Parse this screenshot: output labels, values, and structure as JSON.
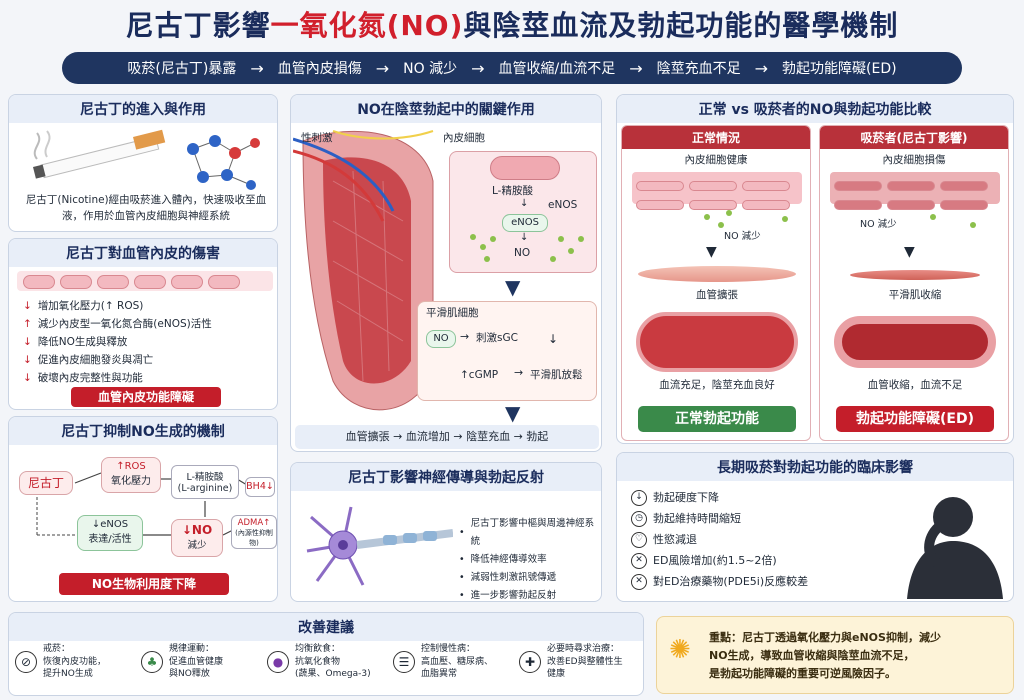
{
  "title_main": "尼古丁影響",
  "title_red": "一氧化氮(NO)",
  "title_end": "與陰莖血流及勃起功能的醫學機制",
  "banner": [
    "吸菸(尼古丁)暴露",
    "血管內皮損傷",
    "NO 減少",
    "血管收縮/血流不足",
    "陰莖充血不足",
    "勃起功能障礙(ED)"
  ],
  "banner_arrow": "→",
  "p1": {
    "title": "尼古丁的進入與作用",
    "text": "尼古丁(Nicotine)經由吸菸進入體內，快速吸收至血液，作用於血管內皮細胞與神經系統"
  },
  "p2": {
    "title": "尼古丁對血管內皮的傷害",
    "items": [
      {
        "arrow": "↓",
        "text": "增加氧化壓力(↑ ROS)"
      },
      {
        "arrow": "↑",
        "text": "減少內皮型一氧化氮合酶(eNOS)活性"
      },
      {
        "arrow": "↓",
        "text": "降低NO生成與釋放"
      },
      {
        "arrow": "↓",
        "text": "促進內皮細胞發炎與凋亡"
      },
      {
        "arrow": "↓",
        "text": "破壞內皮完整性與功能"
      }
    ],
    "tag": "血管內皮功能障礙"
  },
  "p3": {
    "title": "尼古丁抑制NO生成的機制",
    "nicotine": "尼古丁",
    "ros": "↑ROS",
    "ros2": "氧化壓力",
    "larg": "L-精胺酸",
    "larg2": "(L-arginine)",
    "bh4": "BH4↓",
    "enos": "↓eNOS",
    "enos2": "表達/活性",
    "no": "↓NO",
    "no2": "減少",
    "adma": "ADMA↑",
    "adma2": "(內源性抑制物)",
    "tag": "NO生物利用度下降"
  },
  "p4": {
    "title": "NO在陰莖勃起中的關鍵作用",
    "label_nerve": "性刺激",
    "label_endo": "內皮細胞",
    "larg": "L-精胺酸",
    "enos": "eNOS",
    "enos_box": "eNOS",
    "no": "NO",
    "smooth": "平滑肌細胞",
    "no_box": "NO",
    "sgc": "刺激sGC",
    "cgmp": "↑cGMP",
    "relax": "平滑肌放鬆",
    "flow": "血管擴張 → 血流增加 → 陰莖充血 → 勃起"
  },
  "p5": {
    "title": "尼古丁影響神經傳導與勃起反射",
    "items": [
      "尼古丁影響中樞與周邊神經系統",
      "降低神經傳導效率",
      "減弱性刺激訊號傳遞",
      "進一步影響勃起反射"
    ]
  },
  "p6": {
    "title": "正常 vs 吸菸者的NO與勃起功能比較",
    "normal": {
      "head": "正常情況",
      "cells": "內皮細胞健康",
      "no": "NO 減少",
      "muscle": "血管擴張",
      "vessel": "血流充足，陰莖充血良好",
      "tag": "正常勃起功能"
    },
    "smoker": {
      "head": "吸菸者(尼古丁影響)",
      "cells": "內皮細胞損傷",
      "no": "NO 減少",
      "muscle": "平滑肌收縮",
      "vessel": "血管收縮，血流不足",
      "tag": "勃起功能障礙(ED)"
    }
  },
  "p7": {
    "title": "長期吸菸對勃起功能的臨床影響",
    "items": [
      {
        "icon": "↓",
        "text": "勃起硬度下降"
      },
      {
        "icon": "◷",
        "text": "勃起維持時間縮短"
      },
      {
        "icon": "♡",
        "text": "性慾減退"
      },
      {
        "icon": "✕",
        "text": "ED風險增加(約1.5~2倍)"
      },
      {
        "icon": "✕",
        "text": "對ED治療藥物(PDE5i)反應較差"
      }
    ]
  },
  "p8": {
    "title": "改善建議",
    "items": [
      {
        "icon": "⊘",
        "h": "戒菸：",
        "t1": "恢復內皮功能，",
        "t2": "提升NO生成"
      },
      {
        "icon": "♣",
        "h": "規律運動：",
        "t1": "促進血管健康",
        "t2": "與NO釋放"
      },
      {
        "icon": "●",
        "h": "均衡飲食：",
        "t1": "抗氧化食物",
        "t2": "(蔬果、Omega-3)"
      },
      {
        "icon": "☰",
        "h": "控制慢性病：",
        "t1": "高血壓、糖尿病、",
        "t2": "血脂異常"
      },
      {
        "icon": "✚",
        "h": "必要時尋求治療：",
        "t1": "改善ED與整體性生",
        "t2": "健康"
      }
    ]
  },
  "note": {
    "l1": "重點：尼古丁透過氧化壓力與eNOS抑制，減少",
    "l2": "NO生成，導致血管收縮與陰莖血流不足，",
    "l3": "是勃起功能障礙的重要可逆風險因子。"
  },
  "colors": {
    "navy": "#1f3560",
    "red": "#c41e2a",
    "green": "#3a8a4a"
  },
  "chart_data": {
    "type": "table",
    "title": "尼古丁影響一氧化氮(NO)與陰莖血流及勃起功能的醫學機制"
  }
}
